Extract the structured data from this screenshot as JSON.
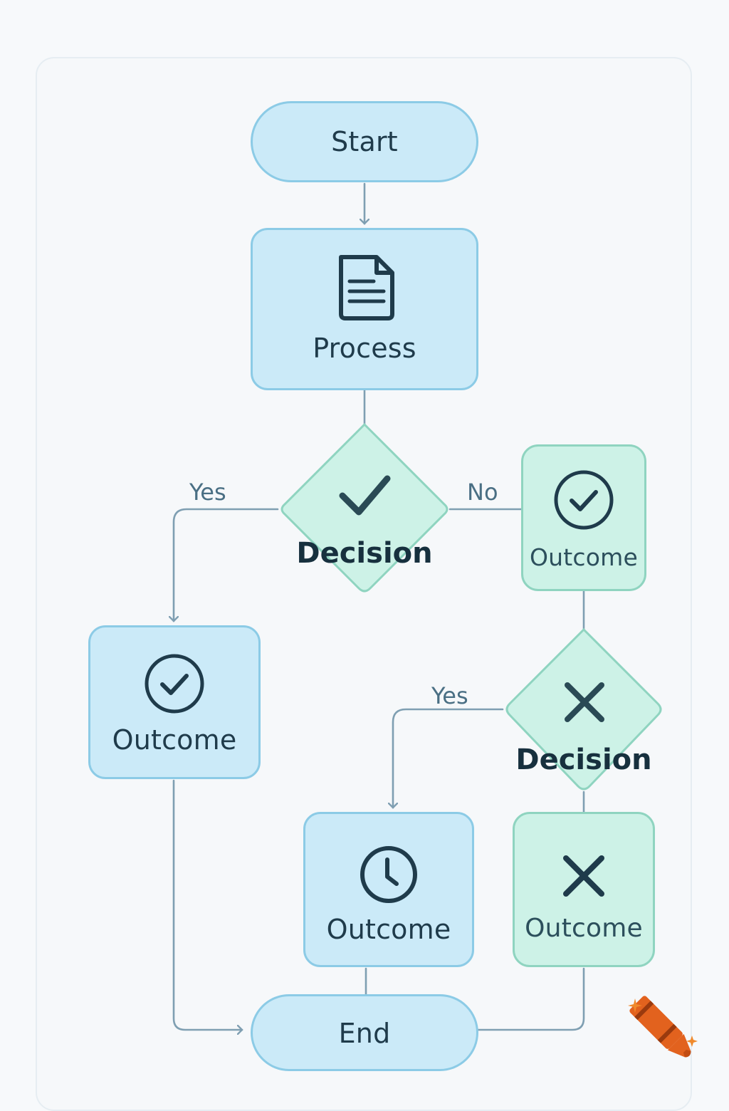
{
  "nodes": {
    "start": {
      "label": "Start"
    },
    "process": {
      "label": "Process",
      "icon": "document-icon"
    },
    "decision1": {
      "label": "Decision",
      "icon": "check-icon"
    },
    "outcome_right": {
      "label": "Outcome",
      "icon": "check-circle-icon"
    },
    "outcome_left": {
      "label": "Outcome",
      "icon": "check-circle-icon"
    },
    "decision2": {
      "label": "Decision",
      "icon": "x-icon"
    },
    "outcome_clock": {
      "label": "Outcome",
      "icon": "clock-icon"
    },
    "outcome_x": {
      "label": "Outcome",
      "icon": "x-icon"
    },
    "end": {
      "label": "End"
    }
  },
  "edges": {
    "d1_yes": "Yes",
    "d1_no": "No",
    "d2_yes": "Yes"
  },
  "colors": {
    "blue_fill": "#cbeaf8",
    "blue_border": "#8ccbe6",
    "green_fill": "#cdf2e7",
    "green_border": "#8fd4c0",
    "connector": "#7f9fb2",
    "text": "#1f3b4b",
    "crayon": "#e2621e"
  }
}
